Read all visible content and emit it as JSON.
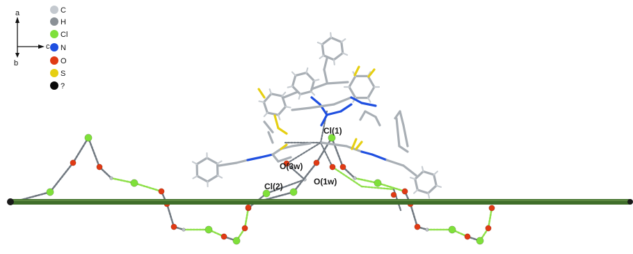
{
  "axes": {
    "a_label": "a",
    "b_label": "b",
    "c_label": "c"
  },
  "legend": [
    {
      "symbol": "C",
      "color": "#c4c9cf"
    },
    {
      "symbol": "H",
      "color": "#8a9096"
    },
    {
      "symbol": "Cl",
      "color": "#7fe03a"
    },
    {
      "symbol": "N",
      "color": "#1f4fe0"
    },
    {
      "symbol": "O",
      "color": "#e03a14"
    },
    {
      "symbol": "S",
      "color": "#e6cf12"
    },
    {
      "symbol": "?",
      "color": "#0a0a0a"
    }
  ],
  "atom_labels": {
    "cl1": "Cl(1)",
    "cl2": "Cl(2)",
    "o3w": "O(3w)",
    "o1w": "O(1w)"
  },
  "colors": {
    "rod": "#3f6e2a",
    "bond_gray": "#a9afb5",
    "hbond_gray": "#707880",
    "hbond_green": "#8fe04a"
  }
}
